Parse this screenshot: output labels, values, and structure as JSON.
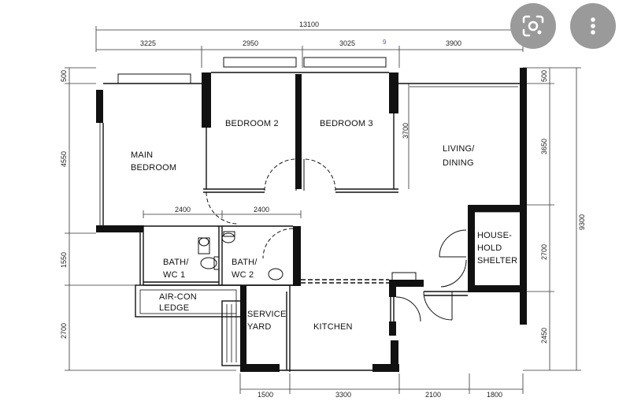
{
  "rooms": {
    "main_bedroom": [
      "MAIN",
      "BEDROOM"
    ],
    "bedroom_2": "BEDROOM  2",
    "bedroom_3": "BEDROOM  3",
    "living_dining": [
      "LIVING/",
      "DINING"
    ],
    "household_shelter": [
      "HOUSE-",
      "HOLD",
      "SHELTER"
    ],
    "bath_wc_1": [
      "BATH/",
      "WC  1"
    ],
    "bath_wc_2": [
      "BATH/",
      "WC  2"
    ],
    "aircon_ledge": [
      "AIR-CON",
      "LEDGE"
    ],
    "service_yard": [
      "SERVICE",
      "YARD"
    ],
    "kitchen": "KITCHEN"
  },
  "dimensions": {
    "top_total": "13100",
    "top": [
      "3225",
      "2950",
      "3025",
      "3900"
    ],
    "top_marker": "9",
    "left": [
      "500",
      "4550",
      "1550",
      "2700"
    ],
    "right": [
      "500",
      "3650",
      "2700",
      "2450"
    ],
    "right_total": "9300",
    "bottom": [
      "1500",
      "3300",
      "2100",
      "1800"
    ],
    "inner_bedroom3": "3700",
    "bath": [
      "2400",
      "2400"
    ]
  },
  "toolbar": {
    "lens_icon": "google-lens-icon",
    "more_icon": "more-vert-icon"
  }
}
